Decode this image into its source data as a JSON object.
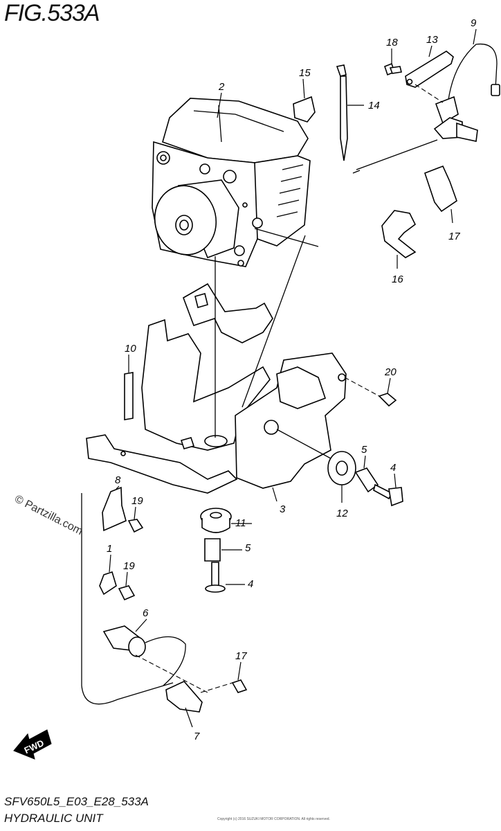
{
  "figure": {
    "title": "FIG.533A",
    "code": "SFV650L5_E03_E28_533A",
    "name": "HYDRAULIC UNIT",
    "watermark": "© Partzilla.com",
    "fine_print": "Copyright (c) 2016 SUZUKI MOTOR CORPORATION. All rights reserved."
  },
  "direction_arrow": {
    "label": "FWD"
  },
  "callouts": [
    {
      "id": "c2",
      "label": "2",
      "part": "hydraulic-unit"
    },
    {
      "id": "c15",
      "label": "15",
      "part": "clamp"
    },
    {
      "id": "c14",
      "label": "14",
      "part": "cable-tie"
    },
    {
      "id": "c18",
      "label": "18",
      "part": "bolt"
    },
    {
      "id": "c13",
      "label": "13",
      "part": "bracket"
    },
    {
      "id": "c9",
      "label": "9",
      "part": "rear-speed-sensor"
    },
    {
      "id": "c17a",
      "label": "17",
      "part": "clamp"
    },
    {
      "id": "c16",
      "label": "16",
      "part": "clamp"
    },
    {
      "id": "c10",
      "label": "10",
      "part": "cushion"
    },
    {
      "id": "c20",
      "label": "20",
      "part": "bolt"
    },
    {
      "id": "c5a",
      "label": "5",
      "part": "spacer"
    },
    {
      "id": "c4a",
      "label": "4",
      "part": "bolt"
    },
    {
      "id": "c3",
      "label": "3",
      "part": "bracket"
    },
    {
      "id": "c12",
      "label": "12",
      "part": "grommet"
    },
    {
      "id": "c8",
      "label": "8",
      "part": "clamp"
    },
    {
      "id": "c19a",
      "label": "19",
      "part": "bolt"
    },
    {
      "id": "c11",
      "label": "11",
      "part": "grommet"
    },
    {
      "id": "c5b",
      "label": "5",
      "part": "spacer"
    },
    {
      "id": "c1",
      "label": "1",
      "part": "clamp"
    },
    {
      "id": "c19b",
      "label": "19",
      "part": "bolt"
    },
    {
      "id": "c4b",
      "label": "4",
      "part": "bolt"
    },
    {
      "id": "c6",
      "label": "6",
      "part": "front-speed-sensor"
    },
    {
      "id": "c17b",
      "label": "17",
      "part": "bolt"
    },
    {
      "id": "c7",
      "label": "7",
      "part": "clamp"
    }
  ]
}
